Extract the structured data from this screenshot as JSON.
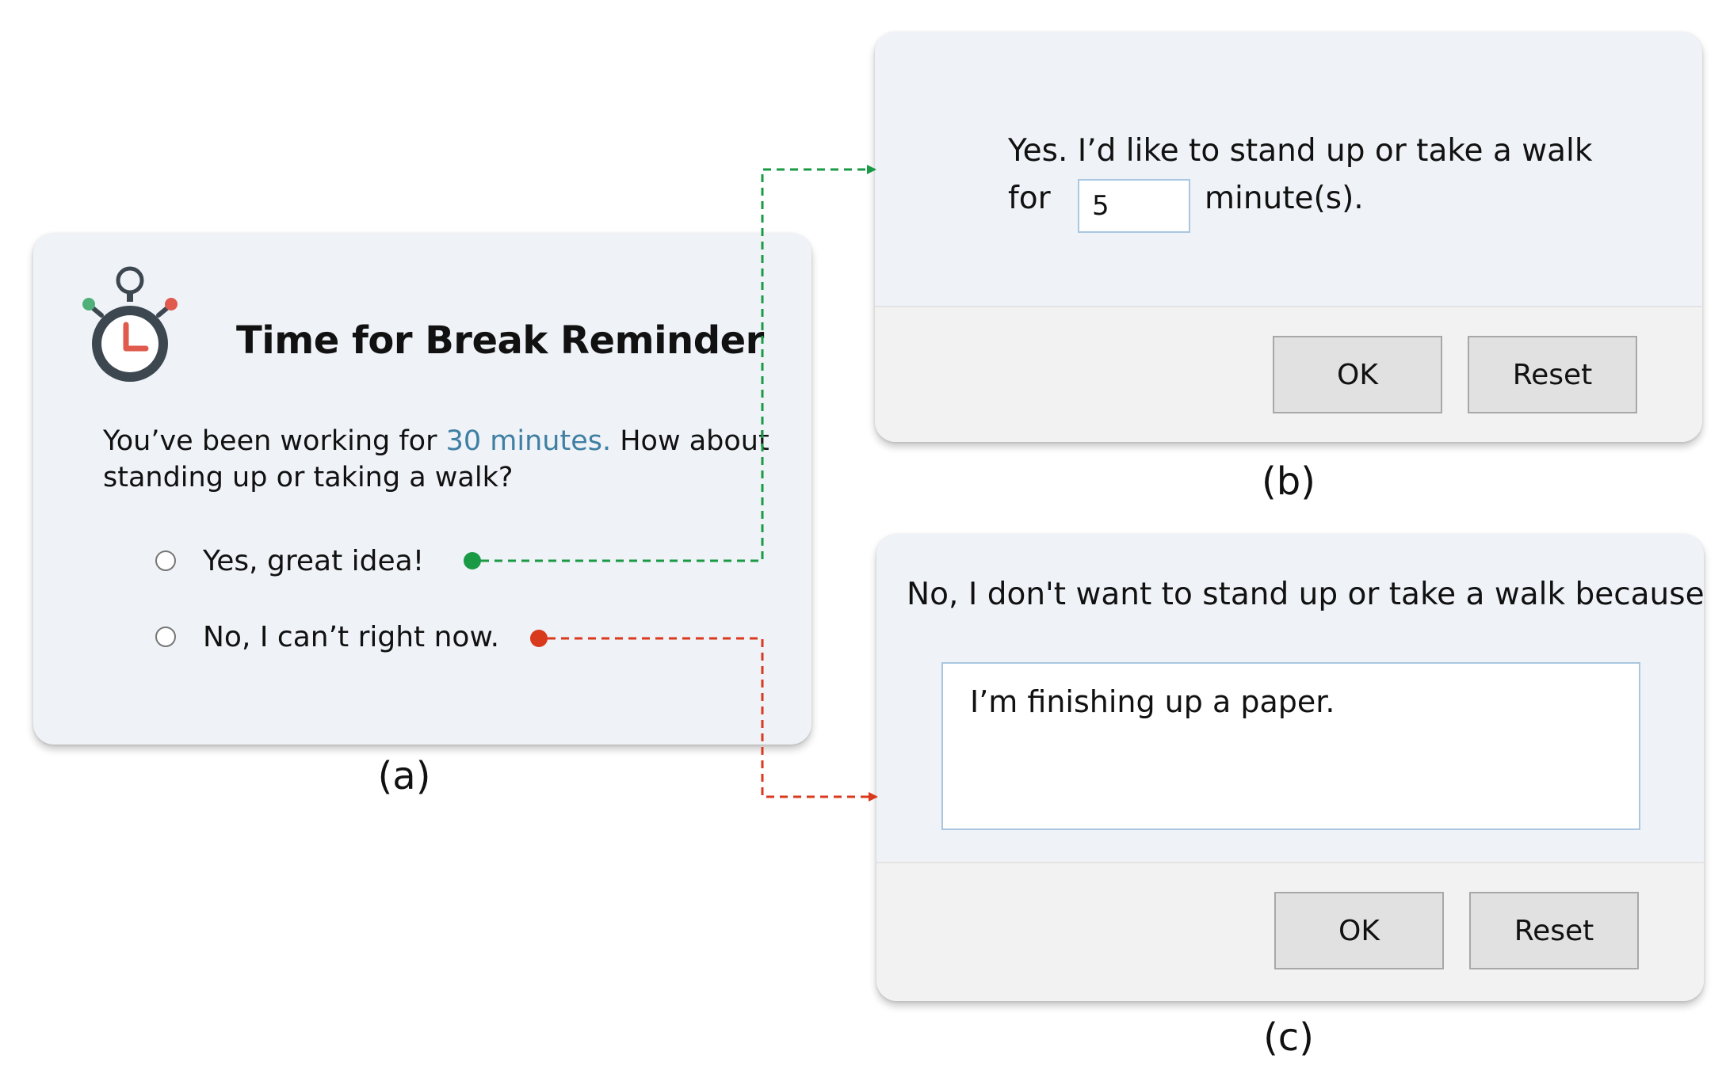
{
  "panel_a": {
    "title": "Time for Break Reminder",
    "message_prefix": "You’ve been working for ",
    "message_highlight": "30 minutes.",
    "message_suffix": " How about standing up or taking a walk?",
    "options": [
      {
        "label": "Yes, great idea!"
      },
      {
        "label": "No, I can’t right now."
      }
    ],
    "caption": "(a)"
  },
  "panel_b": {
    "question": "Yes. I’d like to stand up or take a walk",
    "for_label": "for",
    "minutes_value": "5",
    "unit_label": "minute(s).",
    "ok_label": "OK",
    "reset_label": "Reset",
    "caption": "(b)"
  },
  "panel_c": {
    "question": "No, I don't want to stand up or take a walk because",
    "reason_value": "I’m finishing up a paper.",
    "ok_label": "OK",
    "reset_label": "Reset",
    "caption": "(c)"
  },
  "colors": {
    "card_bg": "#eff2f7",
    "highlight": "#3f7fa3",
    "yes_connector": "#1a9a45",
    "no_connector": "#d9391c",
    "timer_body": "#3c4750",
    "timer_hand": "#e05a4e"
  },
  "icons": {
    "timer": "stopwatch-icon"
  }
}
